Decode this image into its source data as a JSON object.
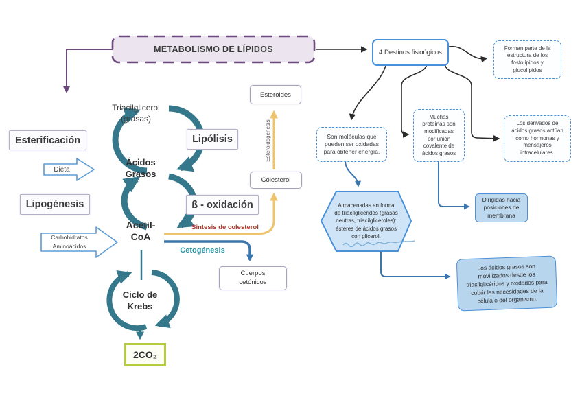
{
  "title": {
    "label": "METABOLISMO DE LÍPIDOS"
  },
  "cycle": {
    "triacilglicerol": "Triacilglicerol\n(grasas)",
    "acidos_grasos": "Ácidos\nGrasos",
    "acetil_coa": "Acetil-\nCoA",
    "ciclo_krebs": "Ciclo de\nKrebs",
    "co2": "2CO₂",
    "esterificacion": "Esterificación",
    "lipolisis": "Lipólisis",
    "lipogenesis": "Lipogénesis",
    "beta_oxidacion": "ß - oxidación",
    "dieta": "Dieta",
    "carbohidratos_aminoacidos": "Carbohidratos\nAminoácidos"
  },
  "pathways": {
    "esteroides": "Esteroides",
    "esteroidogenesis": "Esteroidogénesis",
    "colesterol": "Colesterol",
    "sintesis_colesterol": "Sintesis de colesterol",
    "cetogenesis": "Cetogénesis",
    "cuerpos_cetonicos": "Cuerpos\ncetónicos"
  },
  "destinos": {
    "header": "4 Destinos fisioógicos",
    "estructura": "Forman parte de la\nestructura de los\nfosfolípidos y\nglucolípidos",
    "energia": "Son moléculas que\npueden ser oxidadas\npara obtener energía.",
    "proteinas": "Muchas\nproteínas son\nmodificadas\npor unión\ncovalente de\nácidos grasos",
    "hormonas": "Los derivados de\nácidos grasos actúan\ncomo hormonas y\nmensajeros\nintracelulares.",
    "almacenadas": "Almacenadas en forma\nde triacilglicéridos (grasas\nneutras, triacilgliceroles):\nésteres de ácidos grasos\ncon glicerol.",
    "membrana": "Dirigidas hacia\nposiciones de\nmembrana",
    "movilizados": "Los ácidos grasos son\nmovilizados desde los\ntriacilglicéridos y oxidados para\ncubrir las necesidades de la\ncélula o del organismo."
  },
  "colors": {
    "purple": "#6b4b7e",
    "lavender_fill": "#ece4ef",
    "teal": "#35788c",
    "steel_blue": "#3a76ad",
    "bright_blue": "#4a90d9",
    "block_arrow_blue": "#5b9bd5",
    "yellow": "#edc36d",
    "red_label": "#b03a30",
    "teal_label": "#2e8fa0",
    "green_border": "#b5cc3e",
    "hexagon_fill": "#cfe4f6",
    "panel_fill": "#bdd9f0"
  }
}
